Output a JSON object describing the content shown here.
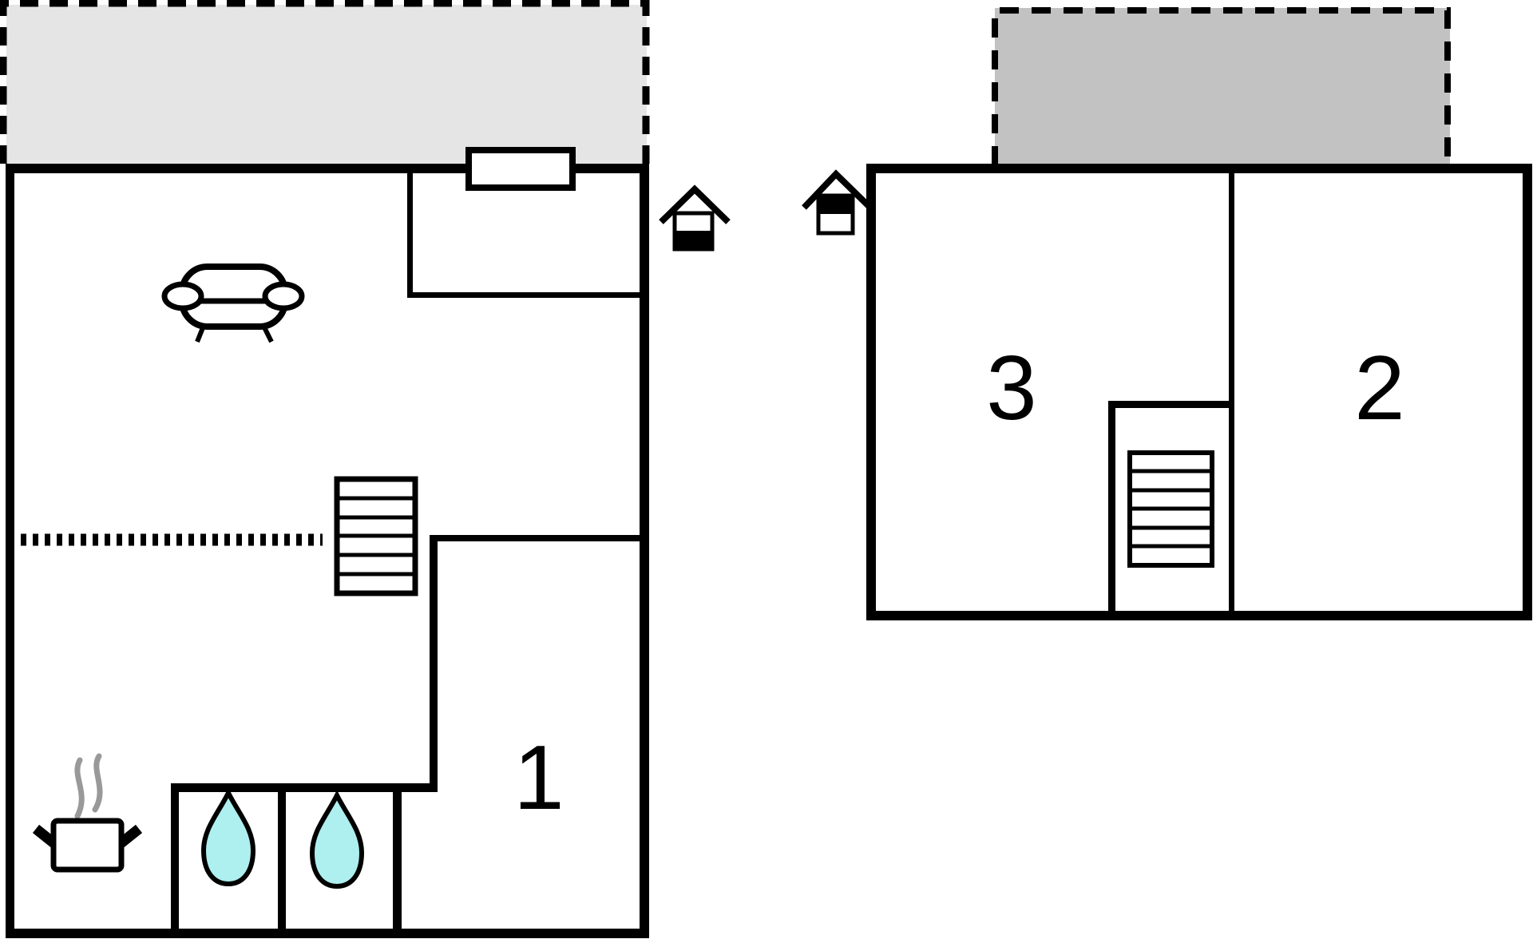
{
  "document": {
    "kind": "floor-plan",
    "floor_count": 2
  },
  "colors": {
    "wall": "#000000",
    "room_fill": "#ffffff",
    "terrace_ground_fill": "#e5e5e5",
    "terrace_upper_fill": "#c2c2c2",
    "water_drop_fill": "#aeeff0",
    "steam_stroke": "#999999",
    "background": "#ffffff"
  },
  "floors": [
    {
      "id": "ground-floor",
      "rooms": [
        {
          "label": "1"
        }
      ],
      "features": [
        "terrace-dashed-outline",
        "window",
        "sofa-icon",
        "staircase",
        "open-partition-dotted-line",
        "hotplate-icon",
        "water-drop-icon",
        "water-drop-icon"
      ]
    },
    {
      "id": "upper-floor",
      "rooms": [
        {
          "label": "3"
        },
        {
          "label": "2"
        }
      ],
      "features": [
        "terrace-dashed-outline",
        "staircase"
      ]
    }
  ],
  "level_markers": [
    {
      "name": "house-level-icon-ground",
      "filled_half": "bottom"
    },
    {
      "name": "house-level-icon-upper",
      "filled_half": "top"
    }
  ]
}
